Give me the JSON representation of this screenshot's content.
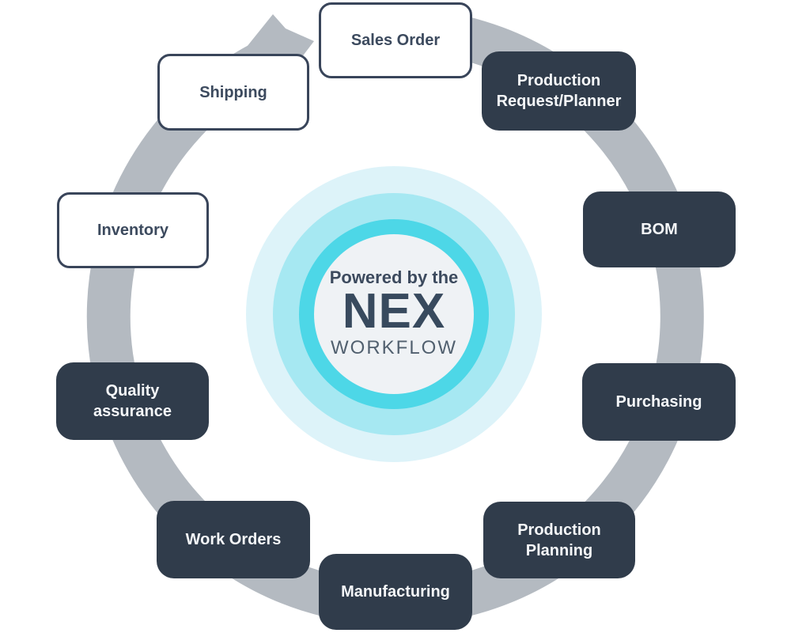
{
  "diagram": {
    "name": "NEX Workflow cycle diagram",
    "flow_direction": "clockwise"
  },
  "center": {
    "tagline": "Powered by the",
    "brand": "NEX",
    "subtitle": "WORKFLOW"
  },
  "nodes": [
    {
      "id": "sales-order",
      "label": "Sales Order",
      "style": "light"
    },
    {
      "id": "production-request-planner",
      "label": "Production\nRequest/Planner",
      "style": "dark"
    },
    {
      "id": "bom",
      "label": "BOM",
      "style": "dark"
    },
    {
      "id": "purchasing",
      "label": "Purchasing",
      "style": "dark"
    },
    {
      "id": "production-planning",
      "label": "Production\nPlanning",
      "style": "dark"
    },
    {
      "id": "manufacturing",
      "label": "Manufacturing",
      "style": "dark"
    },
    {
      "id": "work-orders",
      "label": "Work Orders",
      "style": "dark"
    },
    {
      "id": "quality-assurance",
      "label": "Quality\nassurance",
      "style": "dark"
    },
    {
      "id": "inventory",
      "label": "Inventory",
      "style": "light"
    },
    {
      "id": "shipping",
      "label": "Shipping",
      "style": "light"
    }
  ],
  "colors": {
    "dark_node": "#303c4b",
    "light_node_bg": "#ffffff",
    "node_border": "#39455a",
    "ring": "#b4bac1",
    "circle_outer": "#ddf3f9",
    "circle_mid": "#a6e8f2",
    "circle_accent": "#4dd7e7",
    "circle_inner": "#eff2f5",
    "text_dark": "#3c4a5e",
    "text_light": "#f5f7f9",
    "subtitle_color": "#51606f"
  }
}
